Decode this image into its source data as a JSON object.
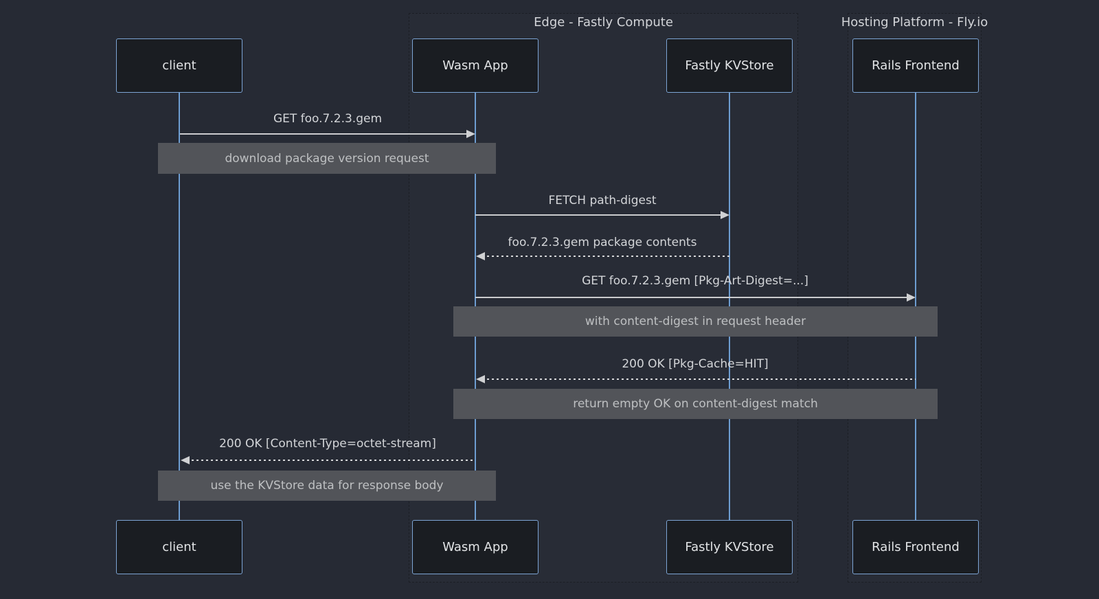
{
  "diagram": {
    "type": "sequence-diagram",
    "groups": [
      {
        "label": "Edge - Fastly Compute",
        "members": [
          "Wasm App",
          "Fastly KVStore"
        ]
      },
      {
        "label": "Hosting Platform - Fly.io",
        "members": [
          "Rails Frontend"
        ]
      }
    ],
    "actors": [
      {
        "name": "client"
      },
      {
        "name": "Wasm App"
      },
      {
        "name": "Fastly KVStore"
      },
      {
        "name": "Rails Frontend"
      }
    ],
    "messages": [
      {
        "from": "client",
        "to": "Wasm App",
        "label": "GET foo.7.2.3.gem",
        "line": "solid"
      },
      {
        "from": "Wasm App",
        "to": "Fastly KVStore",
        "label": "FETCH path-digest",
        "line": "solid"
      },
      {
        "from": "Fastly KVStore",
        "to": "Wasm App",
        "label": "foo.7.2.3.gem package contents",
        "line": "dashed"
      },
      {
        "from": "Wasm App",
        "to": "Rails Frontend",
        "label": "GET foo.7.2.3.gem [Pkg-Art-Digest=...]",
        "line": "solid"
      },
      {
        "from": "Rails Frontend",
        "to": "Wasm App",
        "label": "200 OK [Pkg-Cache=HIT]",
        "line": "dashed"
      },
      {
        "from": "Wasm App",
        "to": "client",
        "label": "200 OK [Content-Type=octet-stream]",
        "line": "dashed"
      }
    ],
    "notes": [
      {
        "over": [
          "client",
          "Wasm App"
        ],
        "label": "download package version request"
      },
      {
        "over": [
          "Wasm App",
          "Rails Frontend"
        ],
        "label": "with content-digest in request header"
      },
      {
        "over": [
          "Wasm App",
          "Rails Frontend"
        ],
        "label": "return empty OK on content-digest match"
      },
      {
        "over": [
          "client",
          "Wasm App"
        ],
        "label": "use the KVStore data for response body"
      }
    ],
    "colors": {
      "background": "#262a34",
      "actor_fill": "#1a1d22",
      "actor_border": "#7da5d5",
      "lifeline": "#6d9dd1",
      "note_fill": "#525459",
      "note_text": "#bec0c2",
      "message_text": "#d3d5d8",
      "arrow": "#cbccce",
      "group_border": "#1b1e24",
      "group_title_text": "#d2d4d8"
    }
  }
}
